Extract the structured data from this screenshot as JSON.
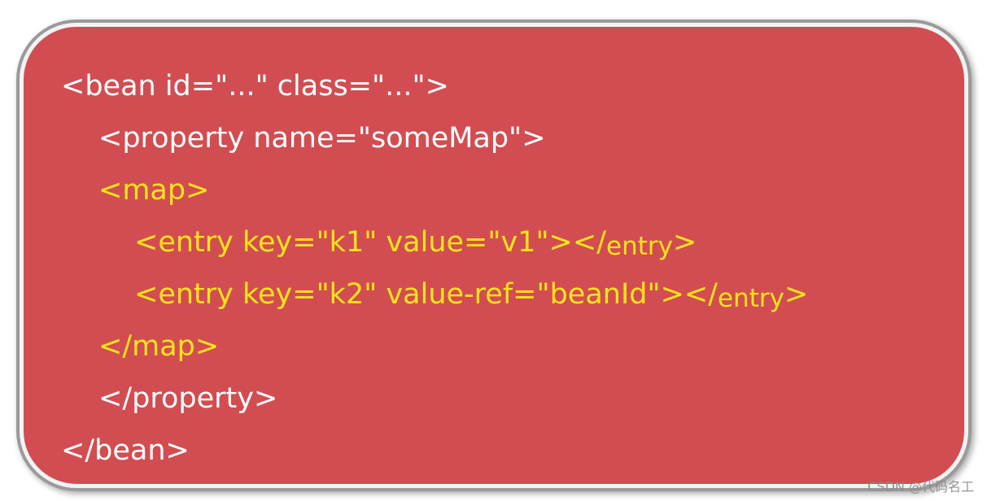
{
  "code": {
    "line1": "<bean id=\"...\" class=\"...\">",
    "line2": "<property name=\"someMap\">",
    "line3": "<map>",
    "line4_a": "<entry key=\"k1\" value=\"v1\"></",
    "line4_b": "entry",
    "line4_c": ">",
    "line5_a": "<entry key=\"k2\" value-ref=\"beanId\"></",
    "line5_b": "entry",
    "line5_c": ">",
    "line6": "</map>",
    "line7": "</property>",
    "line8": "</bean>"
  },
  "colors": {
    "card_background": "#d24d51",
    "text_white": "#ffffff",
    "text_highlight": "#ffe31a"
  },
  "watermark": "CSDN @代码名工"
}
